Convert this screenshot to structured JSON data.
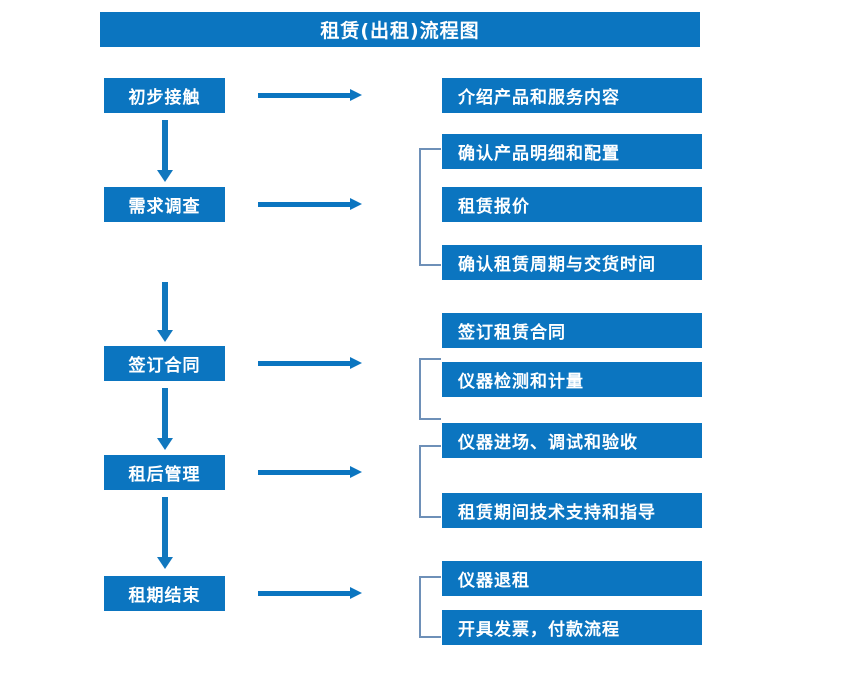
{
  "chart_data": {
    "type": "diagram",
    "title": "租赁(出租)流程图",
    "diagram_kind": "flowchart",
    "stages": [
      {
        "label": "初步接触",
        "details": [
          "介绍产品和服务内容"
        ]
      },
      {
        "label": "需求调查",
        "details": [
          "确认产品明细和配置",
          "租赁报价",
          "确认租赁周期与交货时间"
        ]
      },
      {
        "label": "签订合同",
        "details": [
          "签订租赁合同",
          "仪器检测和计量"
        ]
      },
      {
        "label": "租后管理",
        "details": [
          "仪器进场、调试和验收",
          "租赁期间技术支持和指导"
        ]
      },
      {
        "label": "租期结束",
        "details": [
          "仪器退租",
          "开具发票，付款流程"
        ]
      }
    ]
  },
  "title": {
    "text": "租赁(出租)流程图"
  },
  "stages": [
    {
      "label": "初步接触"
    },
    {
      "label": "需求调查"
    },
    {
      "label": "签订合同"
    },
    {
      "label": "租后管理"
    },
    {
      "label": "租期结束"
    }
  ],
  "details": [
    {
      "label": "介绍产品和服务内容"
    },
    {
      "label": "确认产品明细和配置"
    },
    {
      "label": "租赁报价"
    },
    {
      "label": "确认租赁周期与交货时间"
    },
    {
      "label": "签订租赁合同"
    },
    {
      "label": "仪器检测和计量"
    },
    {
      "label": "仪器进场、调试和验收"
    },
    {
      "label": "租赁期间技术支持和指导"
    },
    {
      "label": "仪器退租"
    },
    {
      "label": "开具发票，付款流程"
    }
  ],
  "colors": {
    "box_fill": "#0B75C0",
    "box_text": "#FFFFFF",
    "arrow": "#0B75C0",
    "bracket": "#6E90B8",
    "background": "#FFFFFF"
  }
}
